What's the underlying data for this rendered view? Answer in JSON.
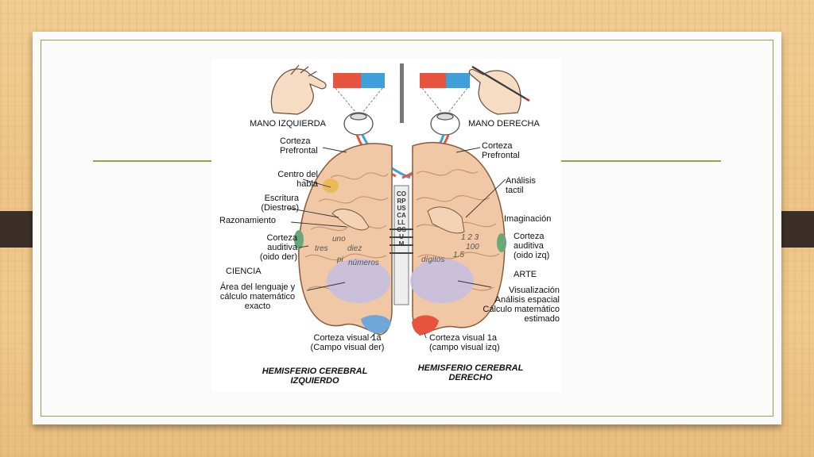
{
  "left_labels": {
    "mano_izquierda": "MANO IZQUIERDA",
    "corteza_prefrontal": "Corteza\nPrefrontal",
    "centro_habla": "Centro del\nhabla",
    "escritura": "Escritura\n(Diestros)",
    "razonamiento": "Razonamiento",
    "corteza_auditiva": "Corteza\nauditiva\n(oido der)",
    "ciencia": "CIENCIA",
    "area_lenguaje": "Área del lenguaje y\ncálculo matemático\nexacto",
    "corteza_visual": "Corteza visual 1a\n(Campo visual der)",
    "hemisferio": "HEMISFERIO CEREBRAL\nIZQUIERDO"
  },
  "right_labels": {
    "mano_derecha": "MANO DERECHA",
    "corteza_prefrontal": "Corteza\nPrefrontal",
    "analisis_tactil": "Análisis\ntactil",
    "imaginacion": "Imaginación",
    "corteza_auditiva": "Corteza\nauditiva\n(oido izq)",
    "arte": "ARTE",
    "visualizacion": "Visualización\nAnálisis espacial\nCálculo matemático\nestimado",
    "corteza_visual": "Corteza visual 1a\n(campo visual izq)",
    "hemisferio": "HEMISFERIO CEREBRAL\nDERECHO"
  },
  "brain_words": {
    "uno": "uno",
    "tres": "tres",
    "diez": "diez",
    "pi": "pi",
    "numeros": "números",
    "digitos": "dígitos",
    "n123": "1 2 3",
    "n100": "100",
    "n15": "1.5"
  },
  "corpus_callosum": "CORPUS CALLOSUM",
  "colors": {
    "accent_green": "#8fa64a",
    "brain_fill": "#f0c8a6",
    "swatch_red": "#e8533f",
    "swatch_blue": "#3f9fd8"
  }
}
